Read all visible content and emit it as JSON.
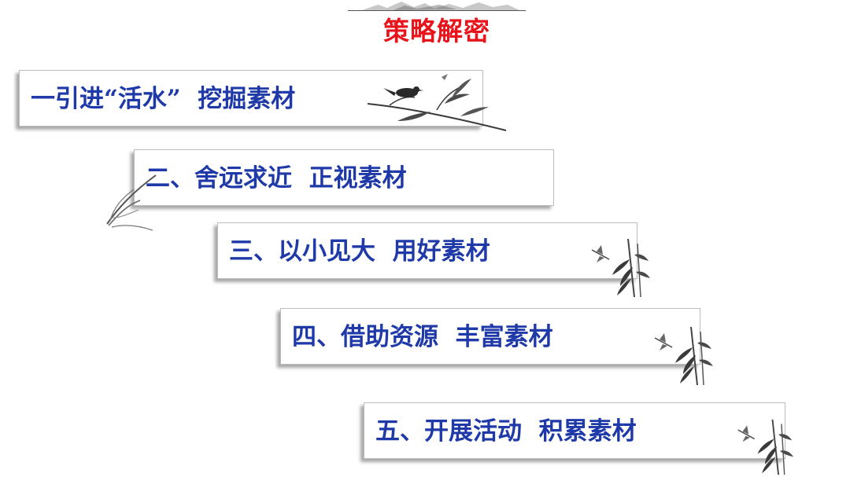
{
  "title": "策略解密",
  "colors": {
    "title": "#e8141b",
    "item_text": "#1f3aa8",
    "ink": "#3a3a3a"
  },
  "items": [
    {
      "label": "一引进“活水”  挖掘素材",
      "decoration": "bird-on-branch-icon"
    },
    {
      "label": "二、舍远求近  正视素材",
      "decoration": "orchid-leaves-icon"
    },
    {
      "label": "三、以小见大  用好素材",
      "decoration": "dragonfly-bamboo-icon"
    },
    {
      "label": "四、借助资源  丰富素材",
      "decoration": "dragonfly-bamboo-icon"
    },
    {
      "label": "五、开展活动  积累素材",
      "decoration": "dragonfly-bamboo-icon"
    }
  ]
}
